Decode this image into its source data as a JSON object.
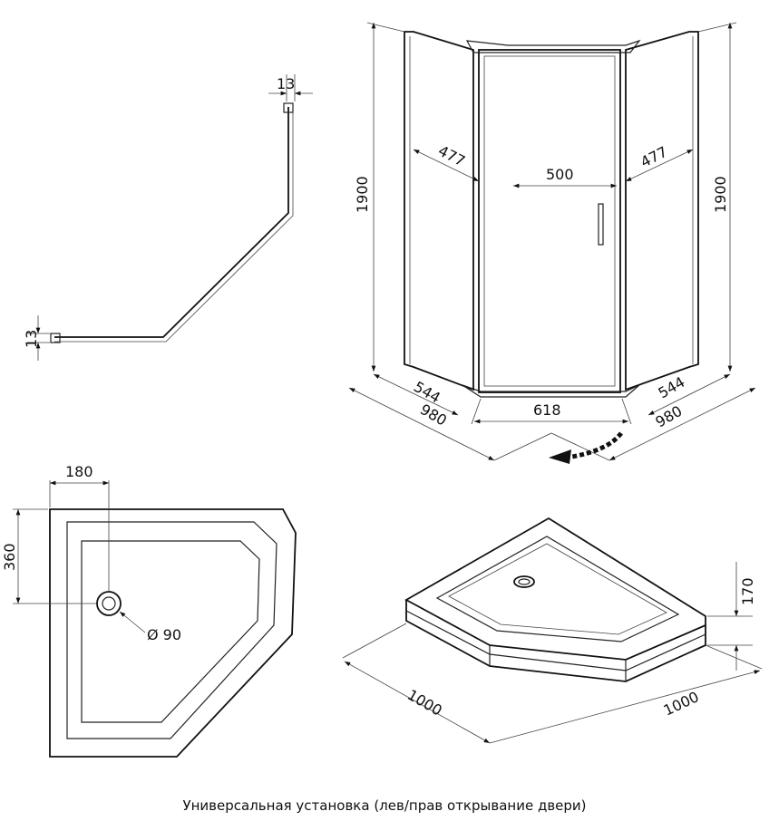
{
  "plan_view": {
    "top_profile": "13",
    "side_profile": "13"
  },
  "front_view": {
    "height_left": "1900",
    "height_right": "1900",
    "panel_left": "477",
    "door": "500",
    "panel_right": "477",
    "base_left": "544",
    "base_right": "544",
    "depth_left": "980",
    "depth_right": "980",
    "front_width": "618"
  },
  "tray_plan": {
    "drain_offset_x": "180",
    "drain_offset_y": "360",
    "drain_diameter": "Ø 90"
  },
  "tray_iso": {
    "side_left": "1000",
    "side_right": "1000",
    "height": "170"
  },
  "caption": "Универсальная установка (лев/прав открывание двери)",
  "colors": {
    "line": "#111111"
  }
}
